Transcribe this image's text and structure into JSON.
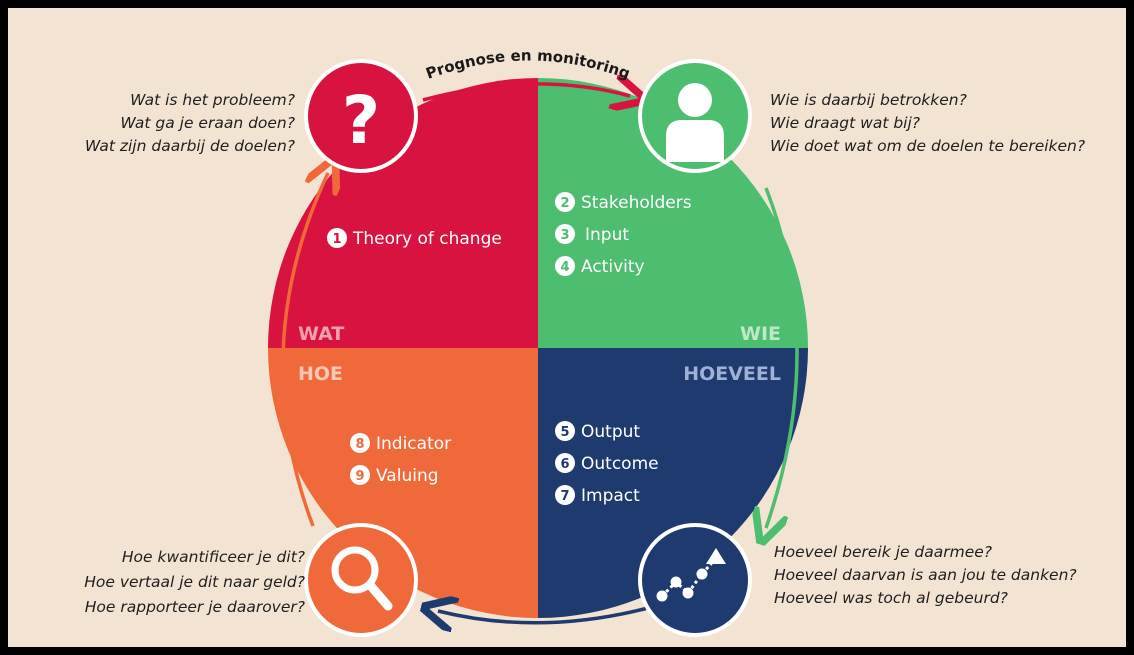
{
  "top_arrow_label": "Prognose en monitoring",
  "quadrants": {
    "wat": {
      "label": "WAT",
      "color": "#d9133f",
      "label_color": "#f0a0ae",
      "items": [
        {
          "num": "1",
          "text": "Theory of change"
        }
      ],
      "icon": "question-mark-icon",
      "questions": [
        "Wat is het probleem?",
        "Wat ga je eraan doen?",
        "Wat zijn daarbij de doelen?"
      ]
    },
    "wie": {
      "label": "WIE",
      "color": "#4dbd6f",
      "label_color": "#bfe8c9",
      "items": [
        {
          "num": "2",
          "text": "Stakeholders"
        },
        {
          "num": "3",
          "text": "Input"
        },
        {
          "num": "4",
          "text": "Activity"
        }
      ],
      "icon": "person-icon",
      "questions": [
        "Wie is daarbij betrokken?",
        "Wie draagt wat bij?",
        "Wie doet wat om de doelen te bereiken?"
      ]
    },
    "hoe": {
      "label": "HOE",
      "color": "#f0693a",
      "label_color": "#f9c8b4",
      "items": [
        {
          "num": "8",
          "text": "Indicator"
        },
        {
          "num": "9",
          "text": "Valuing"
        }
      ],
      "icon": "magnifier-icon",
      "questions": [
        "Hoe kwantificeer je dit?",
        "Hoe vertaal je dit naar geld?",
        "Hoe rapporteer je daarover?"
      ]
    },
    "hoeveel": {
      "label": "HOEVEEL",
      "color": "#1f3a6e",
      "label_color": "#9fb1d4",
      "items": [
        {
          "num": "5",
          "text": "Output"
        },
        {
          "num": "6",
          "text": "Outcome"
        },
        {
          "num": "7",
          "text": "Impact"
        }
      ],
      "icon": "trend-chart-icon",
      "questions": [
        "Hoeveel bereik je daarmee?",
        "Hoeveel daarvan is aan jou te danken?",
        "Hoeveel was toch al gebeurd?"
      ]
    }
  }
}
